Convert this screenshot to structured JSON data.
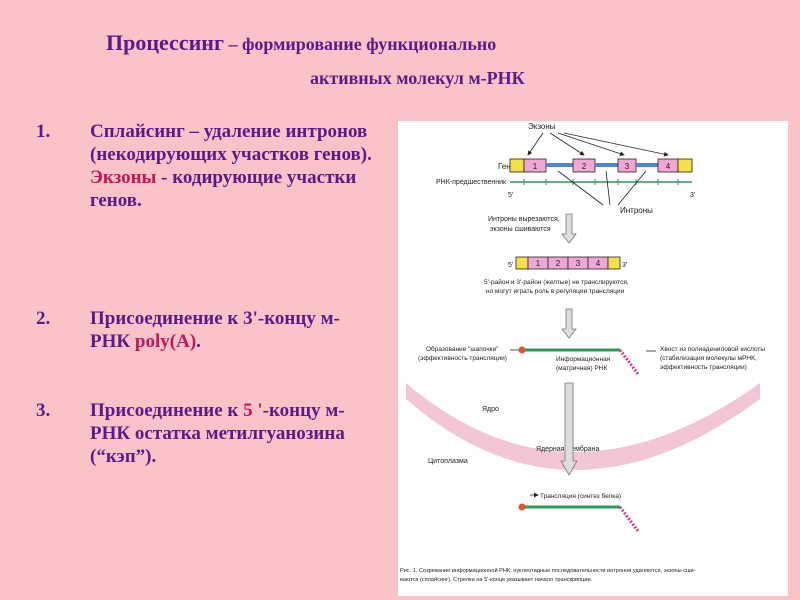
{
  "title": {
    "main": "Процессинг",
    "sub_line1": " – формирование функционально",
    "sub_line2": "активных молекул м-РНК"
  },
  "list": [
    {
      "num": "1.",
      "parts": [
        {
          "t": "Сплайсинг – удаление интронов (некодирующих участков генов). ",
          "accent": false
        },
        {
          "t": "Экзоны",
          "accent": true
        },
        {
          "t": " - кодирующие участки генов.",
          "accent": false
        }
      ]
    },
    {
      "num": "2.",
      "parts": [
        {
          "t": "Присоединение к 3'-концу м-РНК ",
          "accent": false
        },
        {
          "t": "poly(A)",
          "accent": true
        },
        {
          "t": ".",
          "accent": false
        }
      ]
    },
    {
      "num": "3.",
      "parts": [
        {
          "t": "Присоединение к ",
          "accent": false
        },
        {
          "t": "5 '",
          "accent": true
        },
        {
          "t": "-концу м-РНК  остатка метилгуанозина (“кэп”).",
          "accent": false
        }
      ]
    }
  ],
  "figure": {
    "exons_label": "Экзоны",
    "gene_label": "Ген",
    "pre_rna_label": "РНК-предшественник",
    "five_prime": "5'",
    "three_prime": "3'",
    "exon_numbers": [
      "1",
      "2",
      "3",
      "4"
    ],
    "introns_label": "Интроны",
    "step1_line1": "Интроны вырезаются,",
    "step1_line2": "экзоны сшиваются",
    "step2_line1": "5'-район и 3'-район (желтые) не транслируются,",
    "step2_line2": "но могут играть роль в регуляции трансляции",
    "cap_line1": "Образование \"шапочки\"",
    "cap_line2": "(эффективность трансляции)",
    "mrna_line1": "Информационная",
    "mrna_line2": "(матричная) РНК",
    "tail_line1": "Хвост из полиадениловой кислоты",
    "tail_line2": "(стабилизация молекулы мРНК,",
    "tail_line3": "эффективность трансляции)",
    "nucleus_label": "Ядро",
    "membrane_label": "Ядерная мембрана",
    "cytoplasm_label": "Цитоплазма",
    "translation_label": "Трансляция (синтез белка)",
    "caption_line1": "Рис. 1. Созревание информационной РНК: нуклеотидные последовательности интронов удаляются, экзоны сши-",
    "caption_line2": "ваются (сплайсинг). Стрелка на 5'-конце указывает начало транскрипции.",
    "colors": {
      "exon": "#f2a6d6",
      "utr": "#f5e04a",
      "intron": "#4a86d6",
      "rna": "#2e9a5a",
      "cap": "#e8542a",
      "membrane": "#f2c6d6"
    }
  }
}
